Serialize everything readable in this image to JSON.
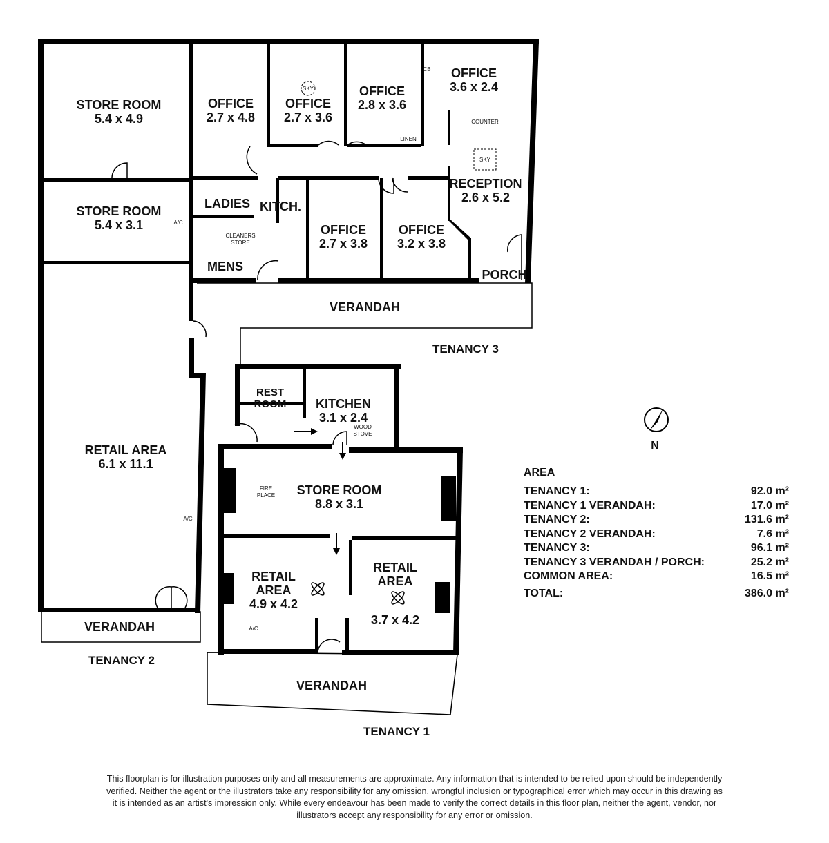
{
  "rooms": {
    "store1": {
      "name": "STORE ROOM",
      "size": "5.4 x 4.9"
    },
    "store2": {
      "name": "STORE ROOM",
      "size": "5.4 x 3.1"
    },
    "retail_t2": {
      "name": "RETAIL AREA",
      "size": "6.1 x 11.1"
    },
    "office1": {
      "name": "OFFICE",
      "size": "2.7 x 4.8"
    },
    "office2": {
      "name": "OFFICE",
      "size": "2.7 x 3.6"
    },
    "office3": {
      "name": "OFFICE",
      "size": "2.8 x 3.6"
    },
    "office4": {
      "name": "OFFICE",
      "size": "3.6 x 2.4"
    },
    "office5": {
      "name": "OFFICE",
      "size": "2.7 x 3.8"
    },
    "office6": {
      "name": "OFFICE",
      "size": "3.2 x 3.8"
    },
    "reception": {
      "name": "RECEPTION",
      "size": "2.6 x 5.2"
    },
    "ladies": "LADIES",
    "mens": "MENS",
    "kitch": "KITCH.",
    "cleaners": [
      "CLEANERS",
      "STORE"
    ],
    "porch": "PORCH",
    "restroom": [
      "REST",
      "ROOM"
    ],
    "kitchen": {
      "name": "KITCHEN",
      "size": "3.1 x 2.4"
    },
    "store3": {
      "name": "STORE ROOM",
      "size": "8.8 x 3.1"
    },
    "retail_a": {
      "name1": "RETAIL",
      "name2": "AREA",
      "size": "4.9 x 4.2"
    },
    "retail_b": {
      "name1": "RETAIL",
      "name2": "AREA",
      "size": "3.7 x 4.2"
    },
    "verandah": "VERANDAH"
  },
  "small_labels": {
    "sky": "SKY",
    "cb": "CB",
    "linen": "LINEN",
    "counter": "COUNTER",
    "ac": "A/C",
    "fireplace": [
      "FIRE",
      "PLACE"
    ],
    "woodstove": [
      "WOOD",
      "STOVE"
    ]
  },
  "tenancies": {
    "t1": "TENANCY 1",
    "t2": "TENANCY 2",
    "t3": "TENANCY 3"
  },
  "compass": {
    "label": "N"
  },
  "area": {
    "title": "AREA",
    "rows": [
      {
        "label": "TENANCY 1:",
        "value": "92.0 m²"
      },
      {
        "label": "TENANCY 1 VERANDAH:",
        "value": "17.0 m²"
      },
      {
        "label": "TENANCY 2:",
        "value": "131.6 m²"
      },
      {
        "label": "TENANCY 2 VERANDAH:",
        "value": "7.6 m²"
      },
      {
        "label": "TENANCY 3:",
        "value": "96.1 m²"
      },
      {
        "label": "TENANCY 3 VERANDAH / PORCH:",
        "value": "25.2 m²"
      },
      {
        "label": "COMMON AREA:",
        "value": "16.5 m²"
      }
    ],
    "total": {
      "label": "TOTAL:",
      "value": "386.0 m²"
    }
  },
  "disclaimer": "This floorplan is for illustration purposes only and all measurements are approximate. Any information that is intended to be relied upon should be independently verified. Neither the agent or the illustrators take any responsibility for any omission, wrongful inclusion or typographical error which may occur in this drawing as it is intended as an artist's impression only. While every endeavour has been made to verify the correct details in this floor plan, neither the agent, vendor, nor illustrators accept any responsibility for any error or omission."
}
